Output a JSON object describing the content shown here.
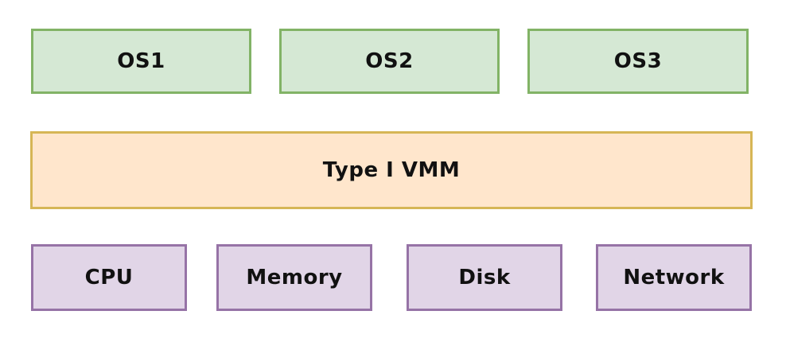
{
  "guests": [
    {
      "label": "OS1"
    },
    {
      "label": "OS2"
    },
    {
      "label": "OS3"
    }
  ],
  "hypervisor": {
    "label": "Type I VMM"
  },
  "hardware": [
    {
      "label": "CPU"
    },
    {
      "label": "Memory"
    },
    {
      "label": "Disk"
    },
    {
      "label": "Network"
    }
  ],
  "colors": {
    "guest_fill": "#d5e8d4",
    "guest_border": "#82b366",
    "hypervisor_fill": "#ffe6cc",
    "hypervisor_border": "#d6b656",
    "hardware_fill": "#e1d5e7",
    "hardware_border": "#9673a6"
  }
}
